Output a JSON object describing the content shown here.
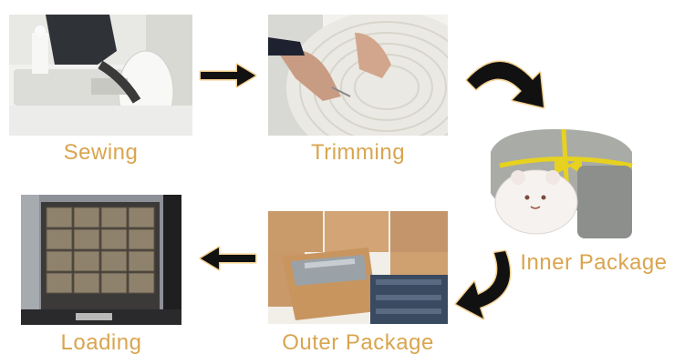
{
  "steps": [
    {
      "label": "Sewing",
      "photo": "sewing-machine-photo"
    },
    {
      "label": "Trimming",
      "photo": "rope-trimming-photo"
    },
    {
      "label": "Inner Package",
      "photo": "inner-package-photo"
    },
    {
      "label": "Outer Package",
      "photo": "outer-package-photo"
    },
    {
      "label": "Loading",
      "photo": "container-loading-photo"
    }
  ],
  "colors": {
    "label": "#d9a54f",
    "arrow_fill": "#111111",
    "arrow_glow": "#f2cf8e"
  },
  "icons": {
    "straight_arrow": "arrow-right-icon",
    "curved_arrow": "curved-arrow-icon"
  }
}
